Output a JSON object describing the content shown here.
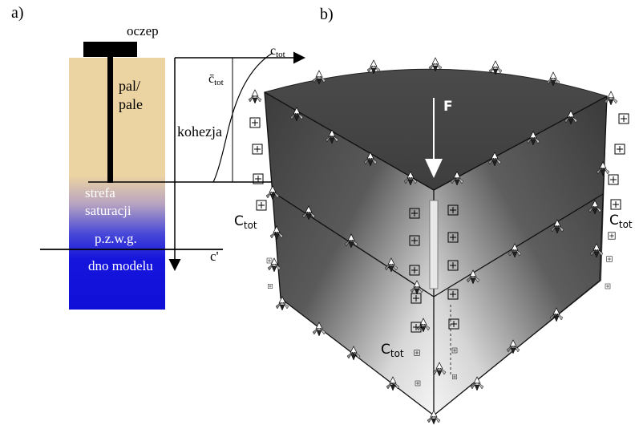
{
  "panel_a": {
    "label": "a)",
    "pile_cap": "oczep",
    "pile_line1": "pal/",
    "pile_line2": "pale",
    "cohesion": "kohezja",
    "c_tot_main": "c",
    "c_tot_sub": "tot",
    "c_bar_main": "c̄",
    "c_bar_sub": "tot",
    "saturation_line1": "strefa",
    "saturation_line2": "saturacji",
    "water_table": "p.z.w.g.",
    "model_bottom": "dno modelu",
    "c_prime": "c'"
  },
  "panel_b": {
    "label": "b)",
    "force": "F",
    "c_tot_left_main": "C",
    "c_tot_left_sub": "tot",
    "c_tot_right_main": "C",
    "c_tot_right_sub": "tot",
    "c_tot_bottom_main": "C",
    "c_tot_bottom_sub": "tot"
  },
  "colors": {
    "soil_sand": "#ebd3a2",
    "water_blue": "#1a1adf",
    "pile_black": "#000000",
    "model_dark": "#555555"
  }
}
